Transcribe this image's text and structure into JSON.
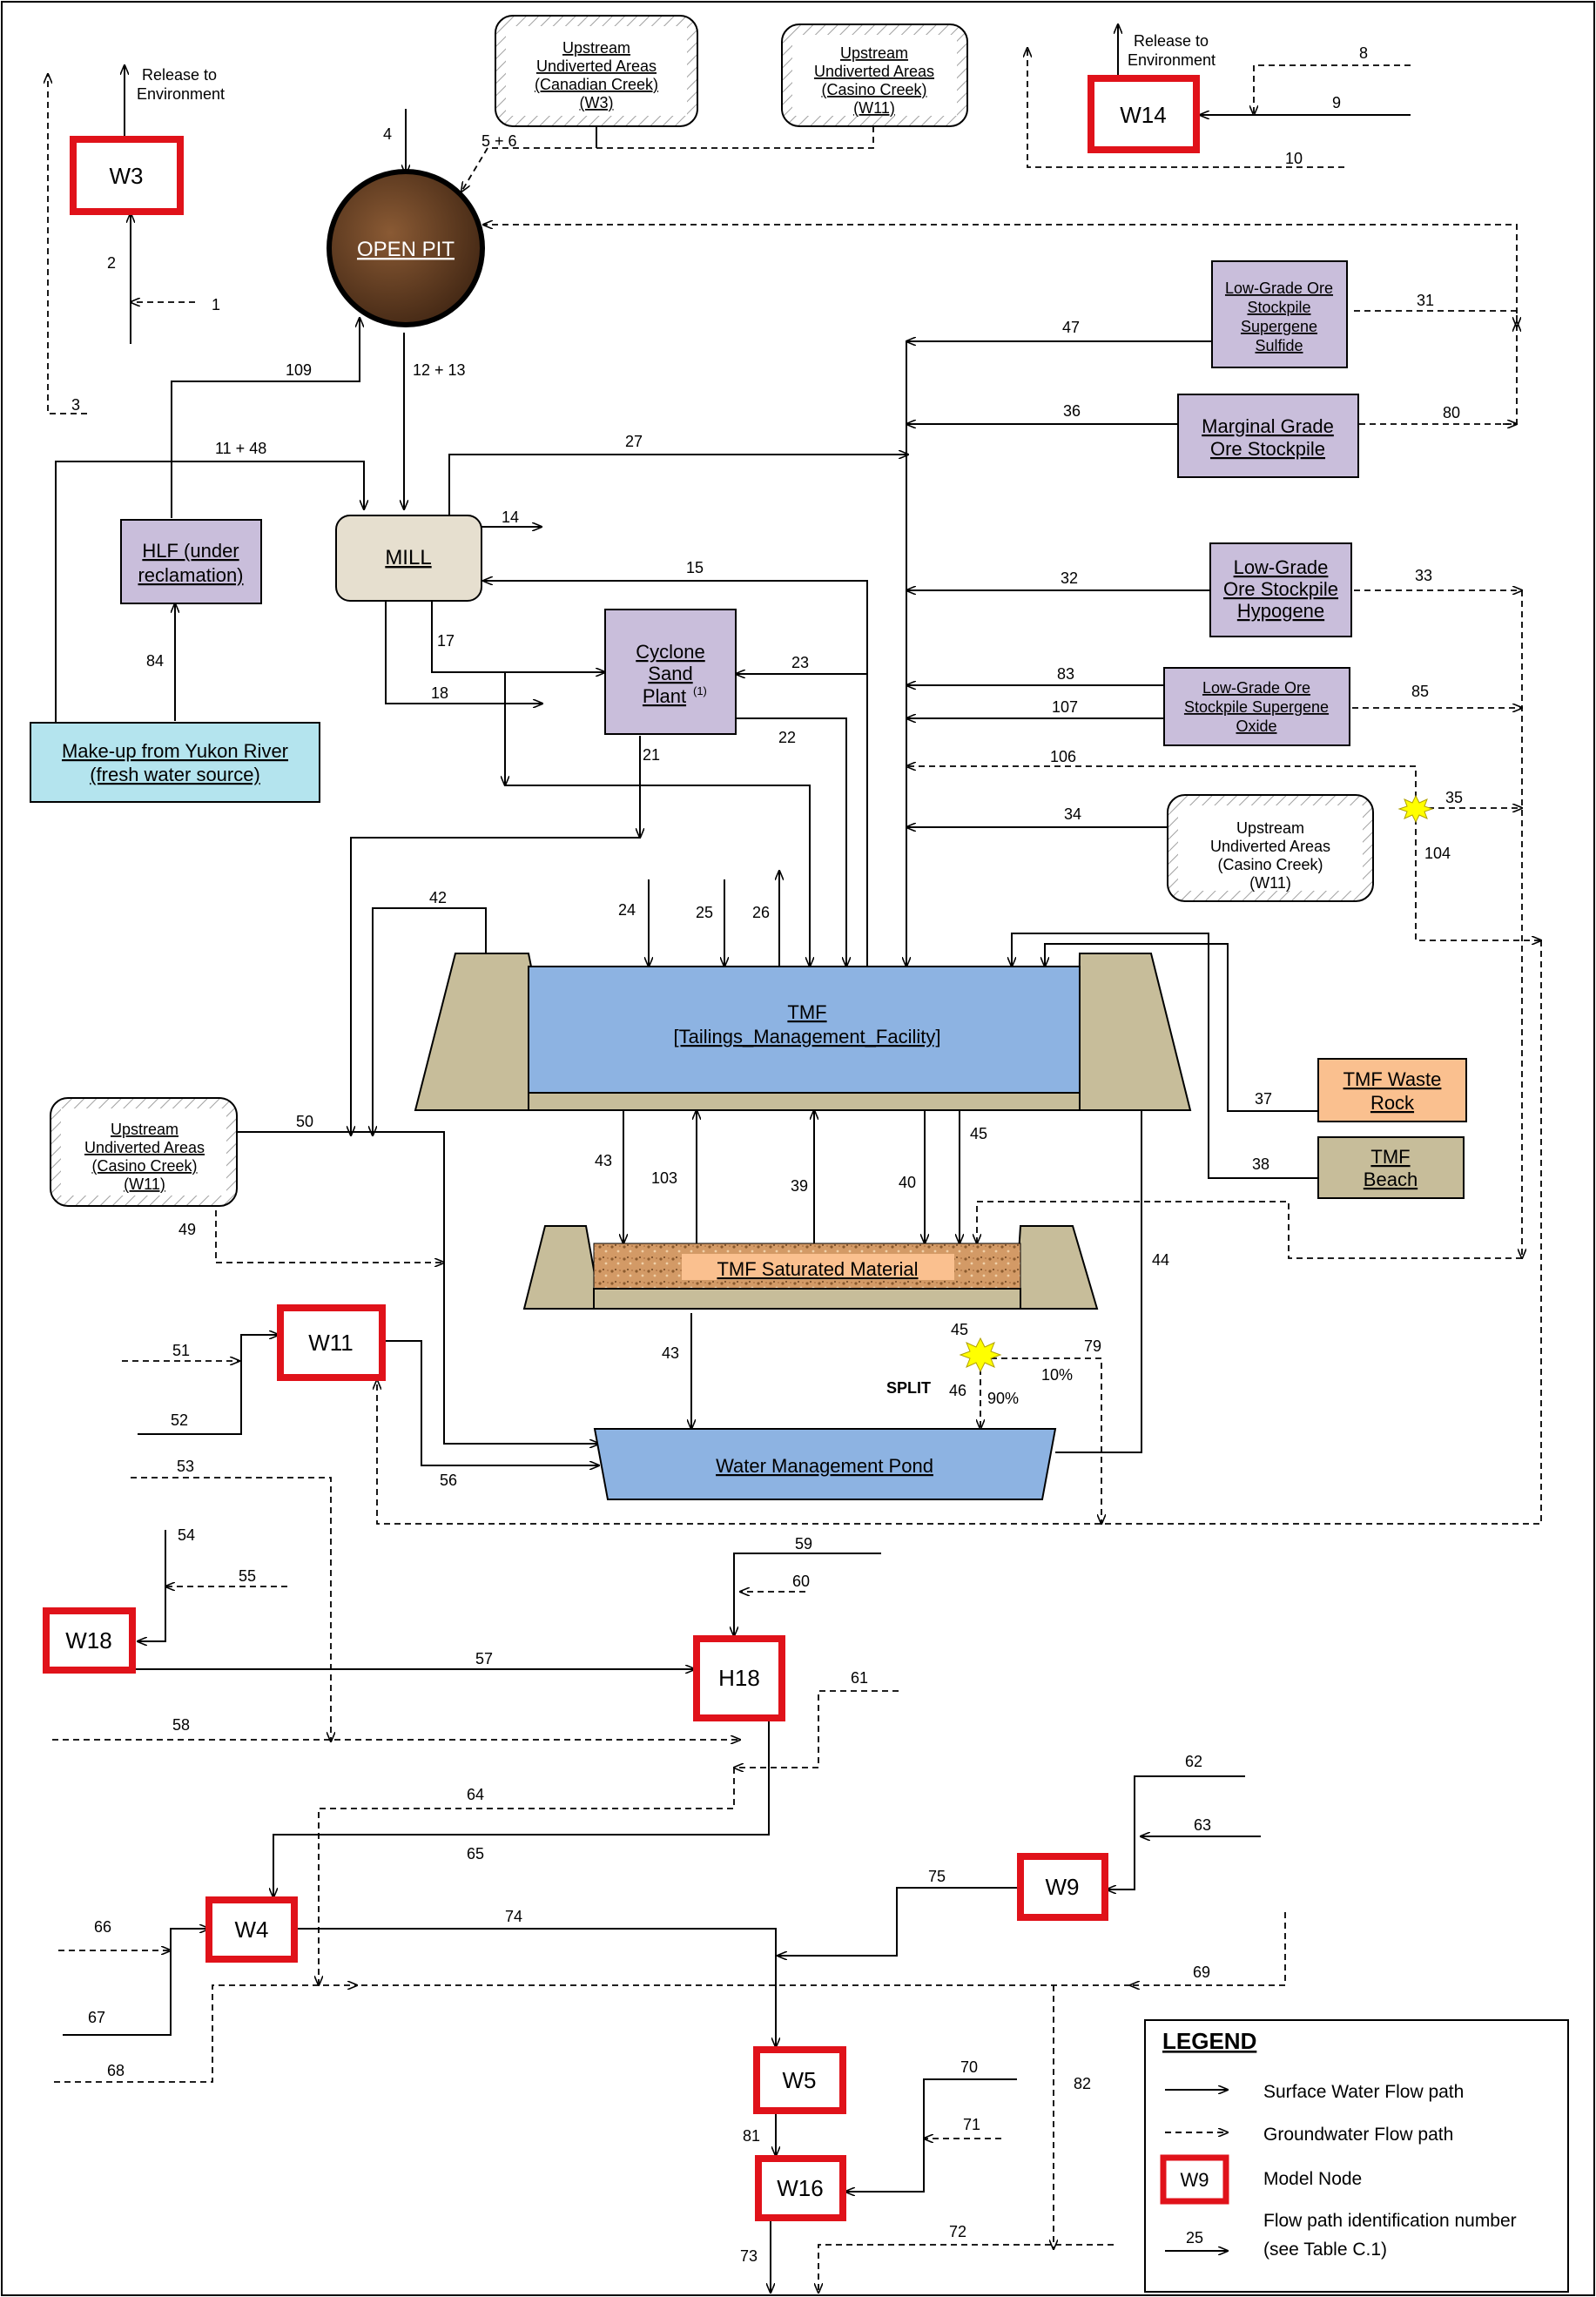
{
  "release": {
    "line1": "Release to",
    "line2": "Environment"
  },
  "nodes": {
    "W3": "W3",
    "W14": "W14",
    "W11": "W11",
    "W18": "W18",
    "H18": "H18",
    "W4": "W4",
    "W9": "W9",
    "W5": "W5",
    "W16": "W16"
  },
  "boxes": {
    "upstream_w3": [
      "Upstream",
      "Undiverted Areas",
      "(Canadian Creek)",
      "(W3)"
    ],
    "upstream_w11_top": [
      "Upstream",
      "Undiverted Areas",
      "(Casino Creek)",
      "(W11)"
    ],
    "upstream_w11_right": [
      "Upstream",
      "Undiverted Areas",
      "(Casino Creek)",
      "(W11)"
    ],
    "upstream_w11_left": [
      "Upstream",
      "Undiverted Areas",
      "(Casino Creek)",
      "(W11)"
    ],
    "open_pit": "OPEN PIT",
    "mill": "MILL",
    "hlf": [
      "HLF (under",
      "reclamation)"
    ],
    "makeup": [
      "Make-up from Yukon River",
      "(fresh water source)"
    ],
    "cyclone": [
      "Cyclone",
      "Sand",
      "Plant"
    ],
    "cyclone_sup": "(1)",
    "lgo_sulfide": [
      "Low-Grade Ore",
      "Stockpile",
      "Supergene",
      "Sulfide"
    ],
    "marginal": [
      "Marginal Grade",
      "Ore Stockpile"
    ],
    "lgo_hypogene": [
      "Low-Grade",
      "Ore Stockpile",
      "Hypogene"
    ],
    "lgo_oxide": [
      "Low-Grade Ore",
      "Stockpile Supergene",
      "Oxide"
    ],
    "tmf": [
      "TMF",
      "[Tailings_Management_Facility]"
    ],
    "tmf_saturated": "TMF Saturated Material",
    "tmf_waste_rock": [
      "TMF Waste",
      "Rock"
    ],
    "tmf_beach": [
      "TMF",
      "Beach"
    ],
    "wmp": "Water Management Pond"
  },
  "split": {
    "label": "SPLIT",
    "pct10": "10%",
    "pct90": "90%"
  },
  "flow_labels": {
    "f1": "1",
    "f2": "2",
    "f3": "3",
    "f4": "4",
    "f5_6": "5 + 6",
    "f8": "8",
    "f9": "9",
    "f10": "10",
    "f109": "109",
    "f12_13": "12 + 13",
    "f11_48": "11 + 48",
    "f27": "27",
    "f47": "47",
    "f31": "31",
    "f36": "36",
    "f80": "80",
    "f14": "14",
    "f15": "15",
    "f32": "32",
    "f33": "33",
    "f17": "17",
    "f23": "23",
    "f18": "18",
    "f84": "84",
    "f83": "83",
    "f85": "85",
    "f107": "107",
    "f22": "22",
    "f21": "21",
    "f106": "106",
    "f35": "35",
    "f104": "104",
    "f34": "34",
    "f42": "42",
    "f24": "24",
    "f25": "25",
    "f26": "26",
    "f50": "50",
    "f43a": "43",
    "f103": "103",
    "f39": "39",
    "f40": "40",
    "f45a": "45",
    "f37": "37",
    "f38": "38",
    "f49": "49",
    "f44": "44",
    "f51": "51",
    "f52": "52",
    "f43b": "43",
    "f45b": "45",
    "f79": "79",
    "f46": "46",
    "f53": "53",
    "f56": "56",
    "f54": "54",
    "f55": "55",
    "f59": "59",
    "f60": "60",
    "f57": "57",
    "f61": "61",
    "f58": "58",
    "f64": "64",
    "f62": "62",
    "f63": "63",
    "f65": "65",
    "f75": "75",
    "f66": "66",
    "f74": "74",
    "f69": "69",
    "f67": "67",
    "f68": "68",
    "f70": "70",
    "f82": "82",
    "f71": "71",
    "f81": "81",
    "f72": "72",
    "f73": "73"
  },
  "legend": {
    "title": "LEGEND",
    "surface": "Surface Water Flow path",
    "ground": "Groundwater Flow path",
    "node_sample": "W9",
    "node": "Model Node",
    "id_sample": "25",
    "id_line1": "Flow path identification number",
    "id_line2": "(see Table C.1)"
  },
  "colors": {
    "node_border": "#e0121a",
    "purple_box": "#c9bedb",
    "water_blue": "#8db3e2",
    "dam_tan": "#c7bd9a",
    "orange_box": "#fac08f",
    "makeup_blue": "#b4e4ee",
    "mill_beige": "#e6dfcf",
    "pit_brown": "#5a3b22",
    "split_yellow": "#ffff00"
  }
}
